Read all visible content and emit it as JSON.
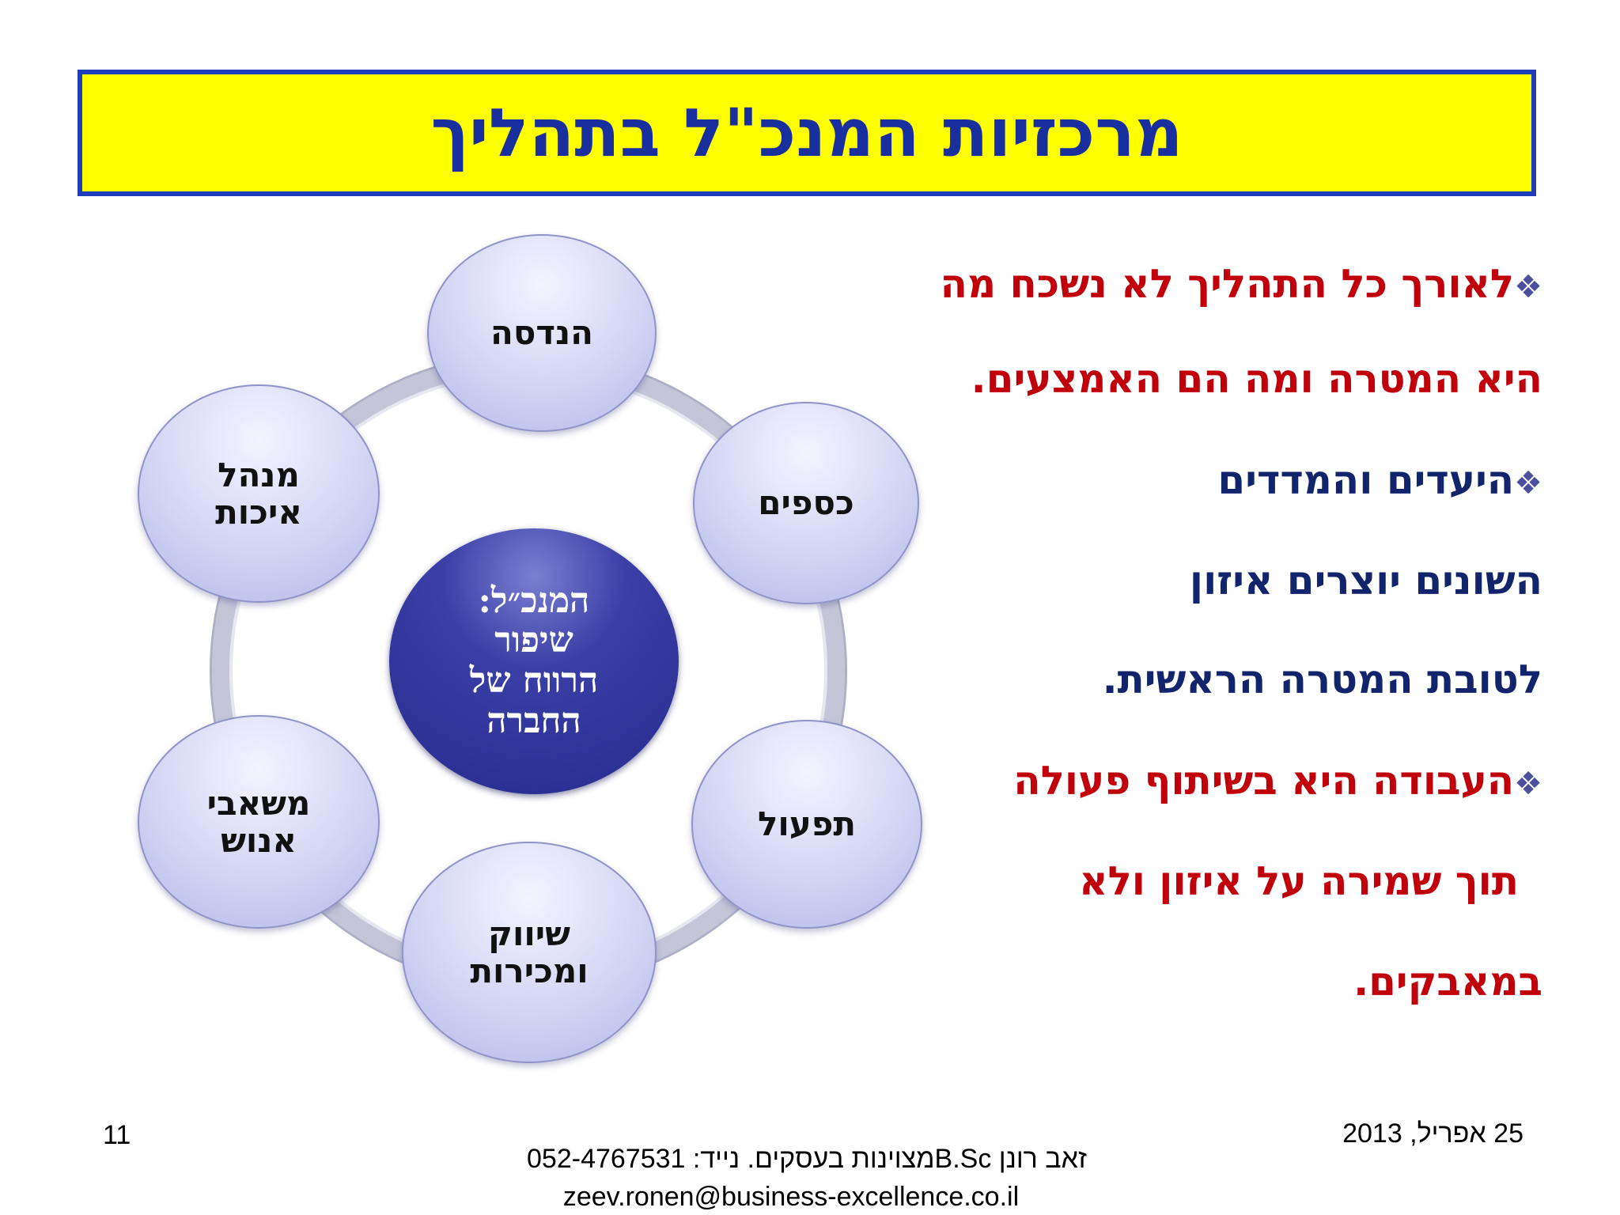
{
  "title": "מרכזיות המנכ\"ל בתהליך",
  "diagram": {
    "center": [
      "המנכ״ל:",
      "שיפור",
      "הרווח של",
      "החברה"
    ],
    "nodes": {
      "engineering": [
        "הנדסה"
      ],
      "finance": [
        "כספים"
      ],
      "operations": [
        "תפעול"
      ],
      "marketing": [
        "שיווק",
        "ומכירות"
      ],
      "hr": [
        "משאבי",
        "אנוש"
      ],
      "quality": [
        "מנהל",
        "איכות"
      ]
    }
  },
  "bullets": [
    {
      "text": "לאורך כל התהליך לא נשכח מה",
      "bullet": true,
      "color": "#c0000a"
    },
    {
      "text": "היא המטרה ומה הם האמצעים.",
      "bullet": false,
      "color": "#c0000a"
    },
    {
      "text": "היעדים והמדדים",
      "bullet": true,
      "color": "#12246b"
    },
    {
      "text": "השונים יוצרים איזון",
      "bullet": false,
      "color": "#12246b"
    },
    {
      "text": "לטובת המטרה הראשית.",
      "bullet": false,
      "color": "#12246b"
    },
    {
      "text": "העבודה היא בשיתוף פעולה",
      "bullet": true,
      "color": "#c0000a"
    },
    {
      "text": "תוך שמירה על איזון ולא",
      "bullet": false,
      "color": "#c0000a"
    },
    {
      "text": "במאבקים.",
      "bullet": false,
      "color": "#c0000a"
    }
  ],
  "bullet_icon": "diamond-bullet-icon",
  "bullet_glyph": "❖",
  "footer": {
    "page_number": "11",
    "date": "25 אפריל, 2013",
    "author_line": "זאב רונן B.Scמצוינות בעסקים. נייד: 052-4767531",
    "email": "zeev.ronen@business-excellence.co.il"
  }
}
